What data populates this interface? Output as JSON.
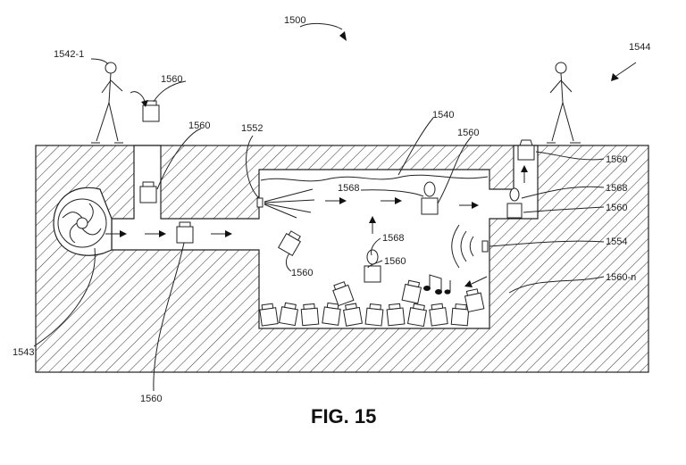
{
  "figure": {
    "caption": "FIG. 15",
    "ref_main": "1500",
    "ref_system": "1544",
    "ref_person": "1542-1",
    "ref_fan": "1543",
    "ref_tank": "1540",
    "ref_nozzle": "1552",
    "ref_speaker": "1554",
    "ref_container": "1560",
    "ref_container_n": "1560-n",
    "ref_sensor": "1568"
  },
  "icons": [
    "person-icon",
    "fan-icon",
    "container-icon",
    "sprayer-icon",
    "speaker-icon",
    "music-note-icon",
    "arrow-icon"
  ]
}
